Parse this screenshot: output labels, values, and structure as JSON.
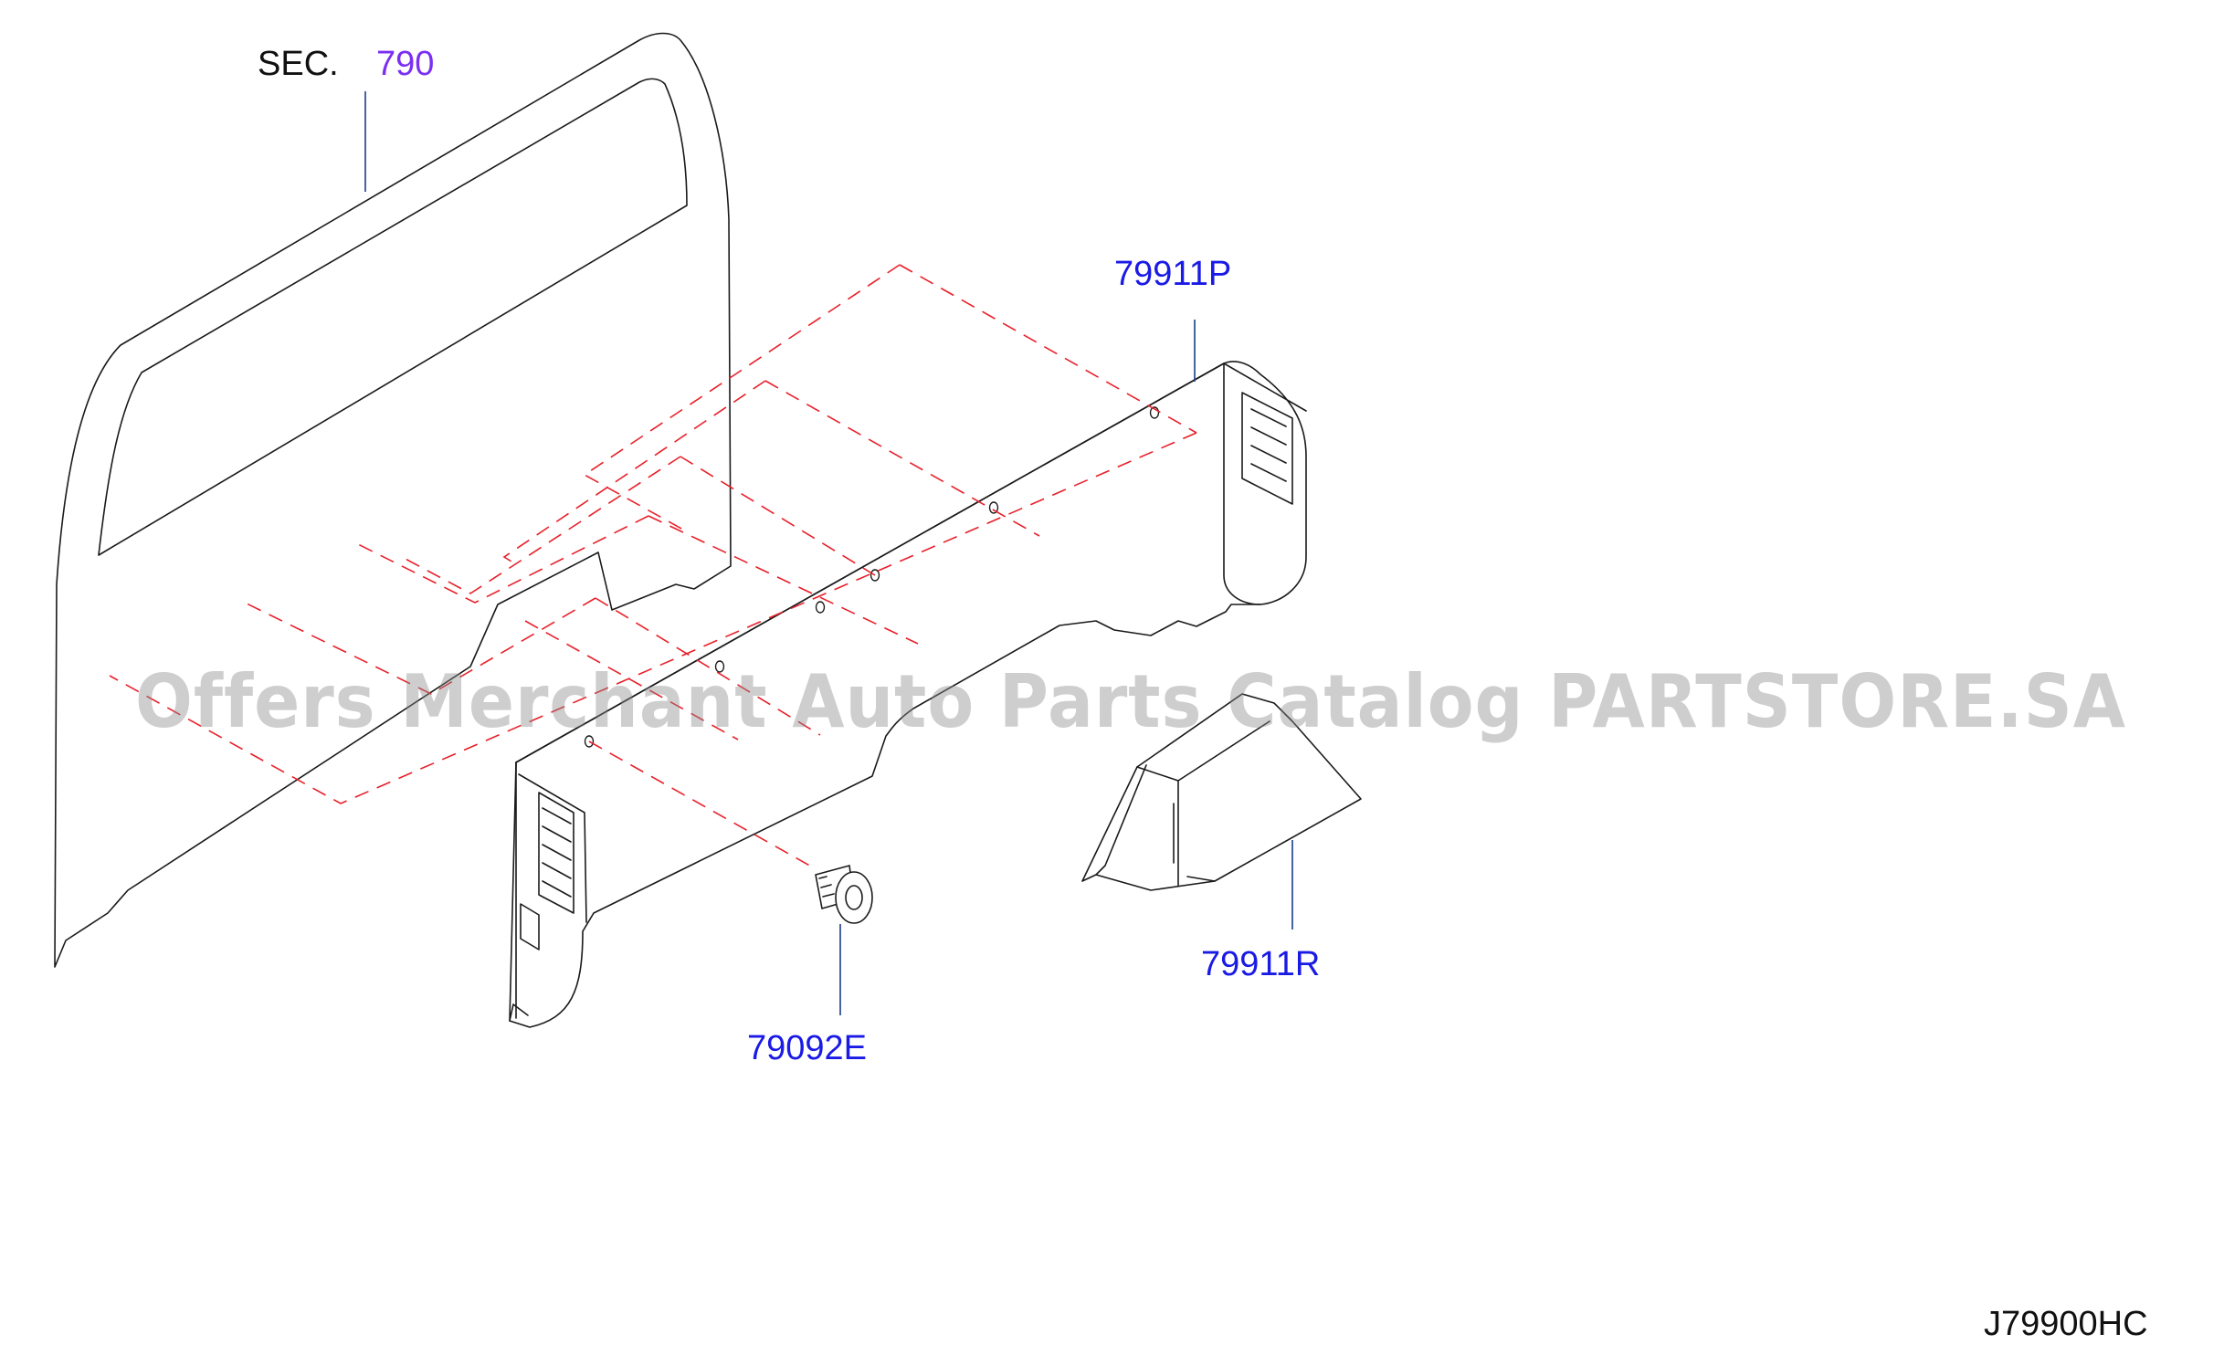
{
  "section_ref": {
    "prefix": "SEC.",
    "number": "790"
  },
  "callouts": {
    "upper_finisher": "79911P",
    "lower_cover": "79911R",
    "clip": "79092E"
  },
  "diagram_code": "J79900HC",
  "watermark": "Offers Merchant Auto Parts Catalog PARTSTORE.SA",
  "colors": {
    "line": "#1a1a1a",
    "assembly_dash": "#e8202a",
    "part_number": "#1a1ae6",
    "section_number": "#7a2ff2",
    "leader": "#1b3c8a"
  }
}
